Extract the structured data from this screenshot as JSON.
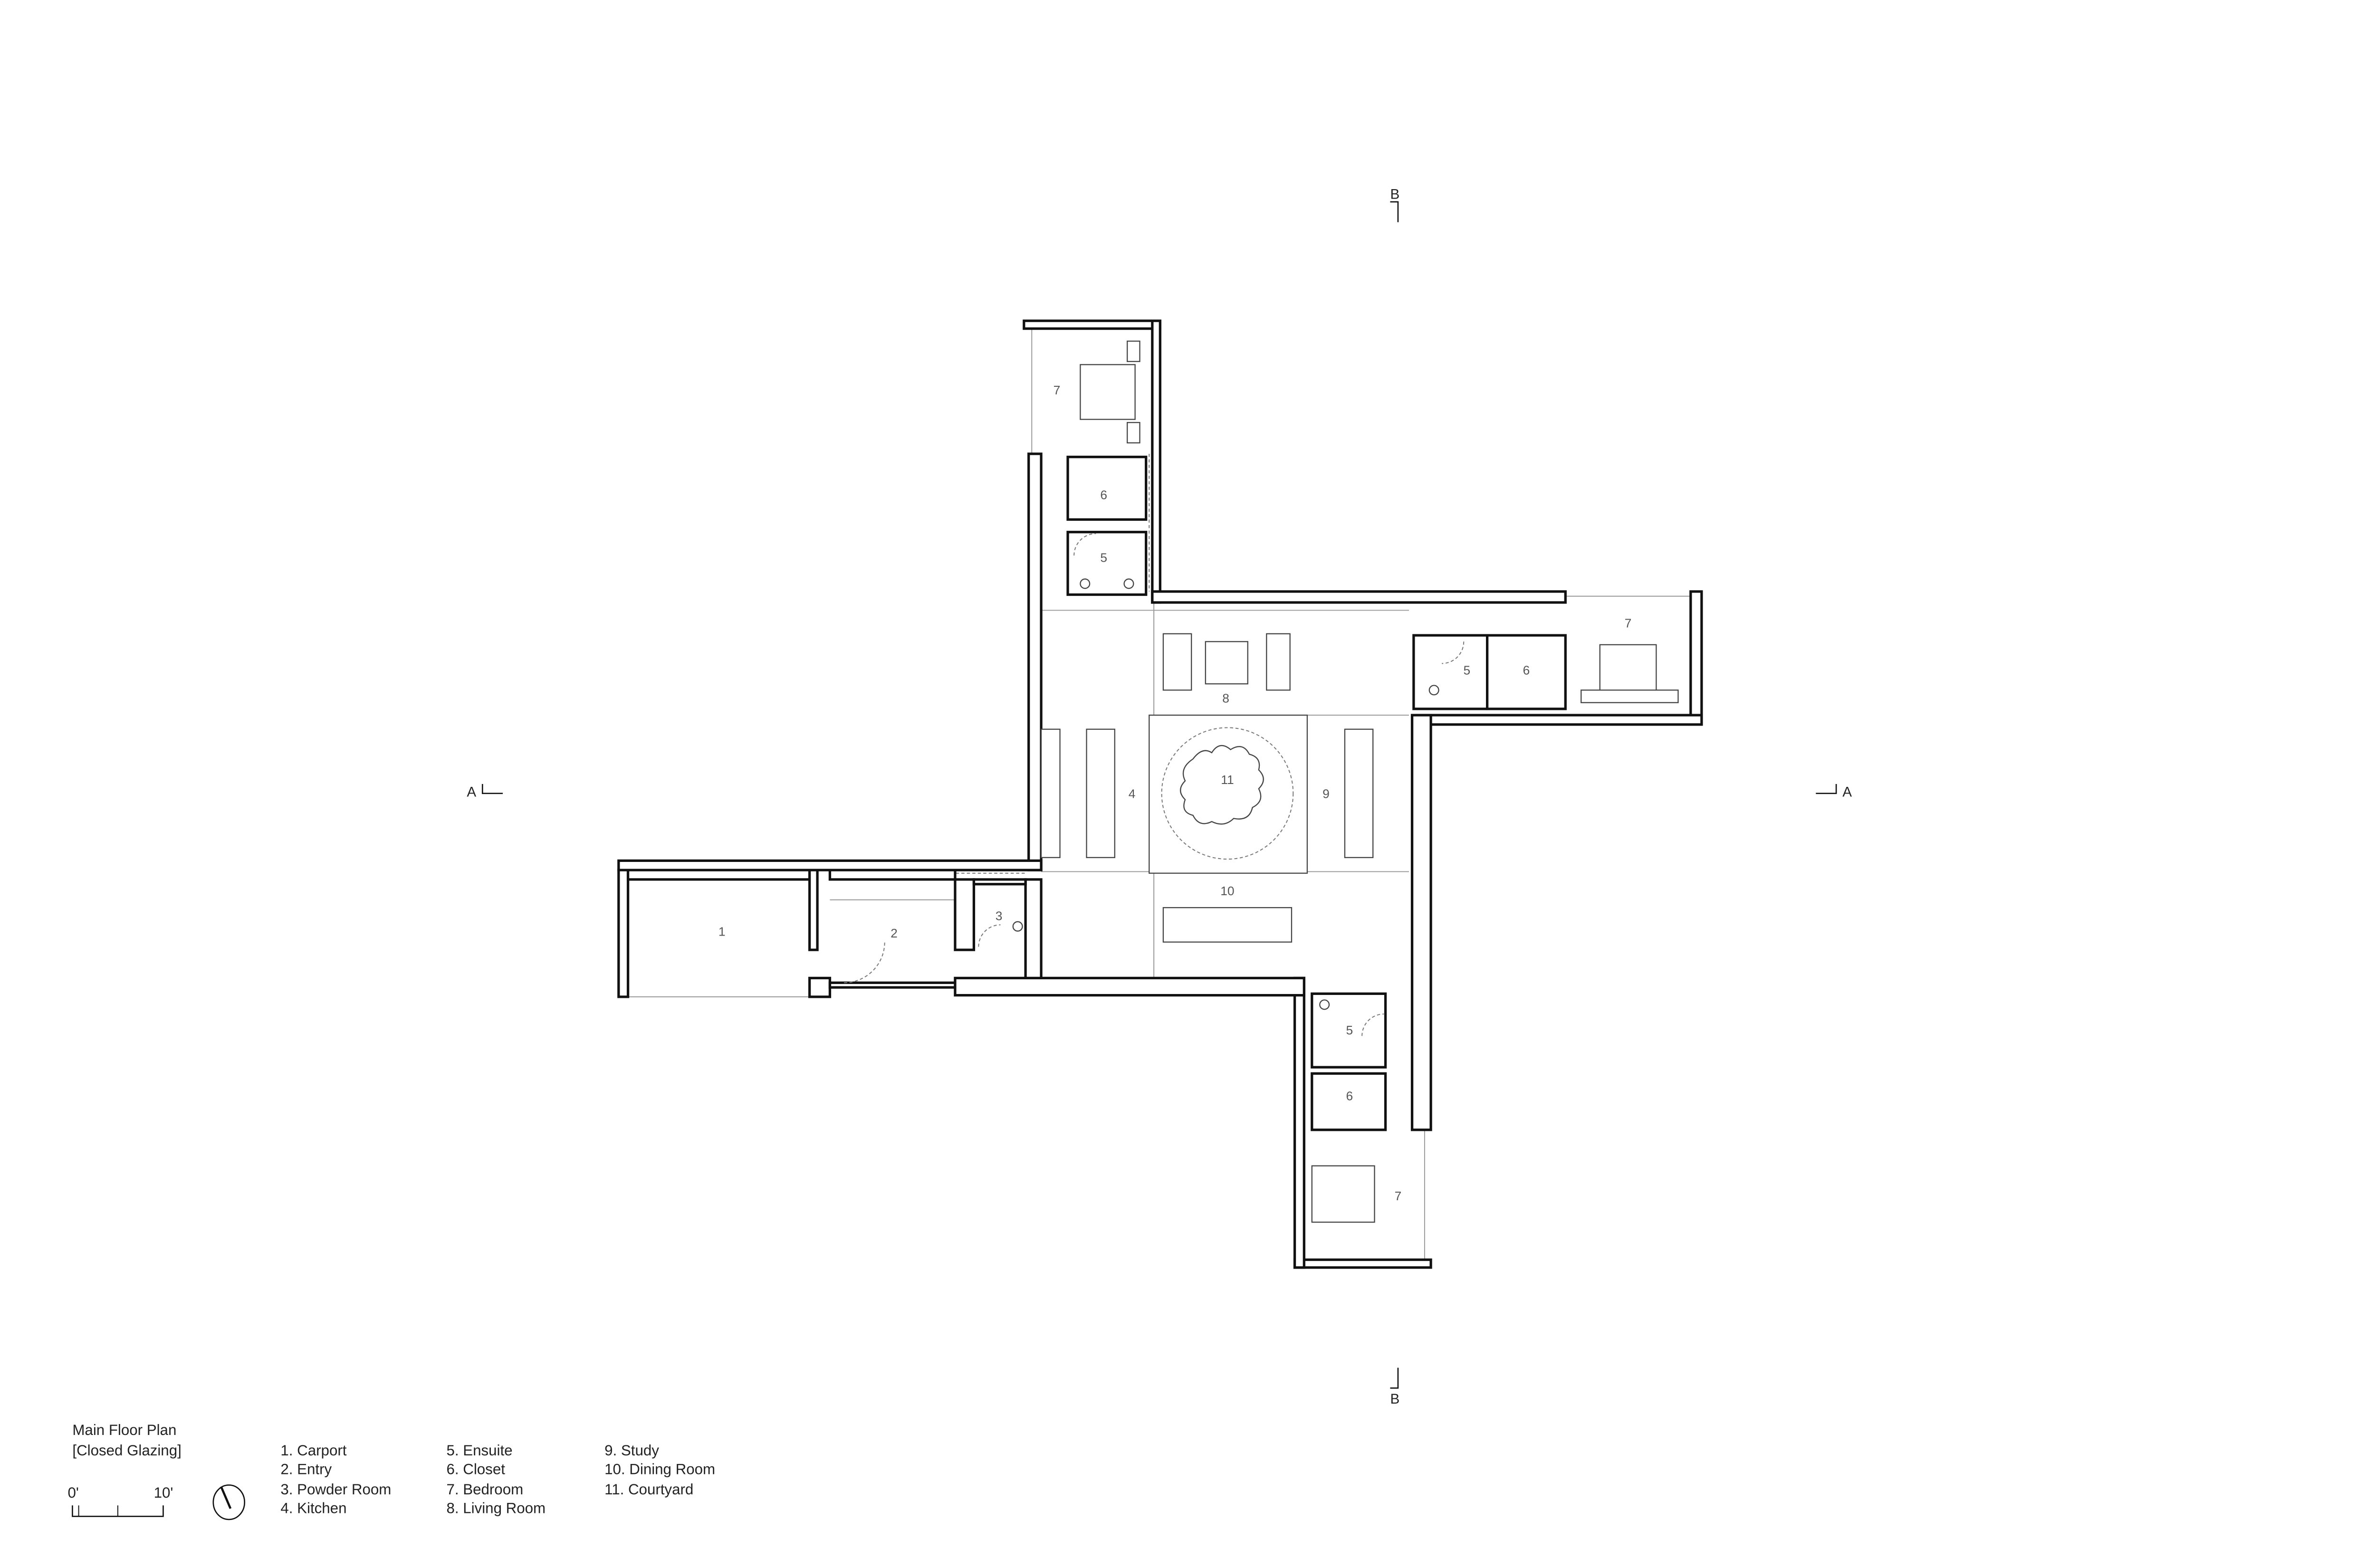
{
  "plan": {
    "title": "Main Floor Plan",
    "subtitle": "[Closed Glazing]",
    "scale_start": "0'",
    "scale_end": "10'",
    "north_arrow_icon": "north-arrow-icon"
  },
  "legend": [
    "1. Carport",
    "2. Entry",
    "3. Powder Room",
    "4. Kitchen",
    "5. Ensuite",
    "6. Closet",
    "7. Bedroom",
    "8. Living Room",
    "9. Study",
    "10. Dining Room",
    "11. Courtyard"
  ],
  "rooms": {
    "carport": "1",
    "entry": "2",
    "powder": "3",
    "kitchen": "4",
    "ensuite_n": "5",
    "ensuite_e": "5",
    "ensuite_s": "5",
    "closet_n": "6",
    "closet_e": "6",
    "closet_s": "6",
    "bedroom_n": "7",
    "bedroom_e": "7",
    "bedroom_s": "7",
    "living": "8",
    "study": "9",
    "dining": "10",
    "courtyard": "11"
  },
  "sections": {
    "b_top": "B",
    "b_bottom": "B",
    "a_left": "A",
    "a_right": "A"
  }
}
